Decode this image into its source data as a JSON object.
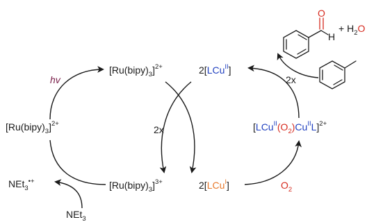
{
  "diagram": {
    "ru_top": {
      "base": "[Ru(bipy)",
      "sub": "3",
      "close": "]",
      "charge": "2+"
    },
    "ru_left": {
      "base": "[Ru(bipy)",
      "sub": "3",
      "close": "]",
      "charge": "2+"
    },
    "ru_bottom": {
      "base": "[Ru(bipy)",
      "sub": "3",
      "close": "]",
      "charge": "3+"
    },
    "cu_top": {
      "coef": "2[",
      "L": "L",
      "Cu": "Cu",
      "ox": "II",
      "close": "]"
    },
    "cu_bottom": {
      "coef": "2[",
      "L": "L",
      "Cu": "Cu",
      "ox": "I",
      "close": "]"
    },
    "peroxo": {
      "open": "[",
      "L1": "L",
      "Cu1": "Cu",
      "ox1": "II",
      "po": "(",
      "O": "O",
      "O_sub": "2",
      "pc": ")",
      "Cu2": "Cu",
      "ox2": "II",
      "L2": "L",
      "close": "]",
      "charge": "2+"
    },
    "hv_label": "hv",
    "x2_middle": "2x",
    "x2_right": "2x",
    "o2_label": "O",
    "o2_sub": "2",
    "amine_in": {
      "base": "NEt",
      "sub": "3"
    },
    "amine_out": {
      "base": "NEt",
      "sub": "3",
      "charge": "•+"
    },
    "aldehyde_O": "O",
    "aldehyde_H": "H",
    "plus_water": {
      "plus": "+ H",
      "sub": "2",
      "O": "O"
    },
    "colors": {
      "copper": "#1f3fbf",
      "oxygen": "#d62a1e",
      "cu_i": "#e8782a",
      "photon": "#7a1f4a"
    }
  }
}
